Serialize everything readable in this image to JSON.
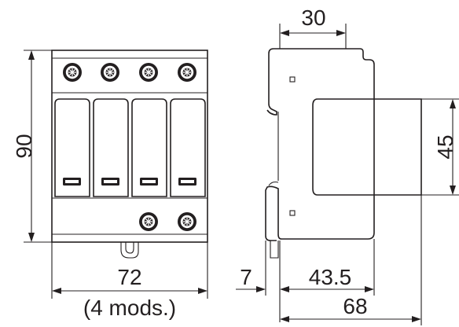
{
  "dimensions": {
    "height_front": "90",
    "width_front": "72",
    "width_front_note": "(4 mods.)",
    "top_side": "30",
    "side_offset": "7",
    "side_depth": "43.5",
    "side_total": "68",
    "side_face_height": "45"
  },
  "colors": {
    "line": "#231f20",
    "background": "#ffffff"
  }
}
